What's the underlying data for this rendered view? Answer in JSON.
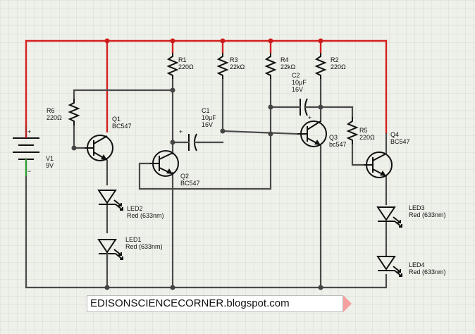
{
  "diagram": {
    "colors": {
      "positive_rail": "#d42020",
      "wire": "#4a4a4a",
      "pin": "#2e9c2e",
      "background": "#eef0ea",
      "grid": "#d9dcd3"
    },
    "components": {
      "v1": {
        "name": "V1",
        "value": "9V"
      },
      "r1": {
        "name": "R1",
        "value": "220Ω"
      },
      "r2": {
        "name": "R2",
        "value": "220Ω"
      },
      "r3": {
        "name": "R3",
        "value": "22kΩ"
      },
      "r4": {
        "name": "R4",
        "value": "22kΩ"
      },
      "r5": {
        "name": "R5",
        "value": "220Ω"
      },
      "r6": {
        "name": "R6",
        "value": "220Ω"
      },
      "c1": {
        "name": "C1",
        "value": "10µF",
        "voltage": "16V"
      },
      "c2": {
        "name": "C2",
        "value": "10µF",
        "voltage": "16V"
      },
      "q1": {
        "name": "Q1",
        "model": "BC547"
      },
      "q2": {
        "name": "Q2",
        "model": "BC547"
      },
      "q3": {
        "name": "Q3",
        "model": "bc547"
      },
      "q4": {
        "name": "Q4",
        "model": "BC547"
      },
      "led1": {
        "name": "LED1",
        "value": "Red (633nm)"
      },
      "led2": {
        "name": "LED2",
        "value": "Red (633nm)"
      },
      "led3": {
        "name": "LED3",
        "value": "Red (633nm)"
      },
      "led4": {
        "name": "LED4",
        "value": "Red (633nm)"
      }
    },
    "polarity": {
      "plus": "+",
      "minus": "−"
    },
    "banner": "EDISONSCIENCECORNER.blogspot.com"
  }
}
